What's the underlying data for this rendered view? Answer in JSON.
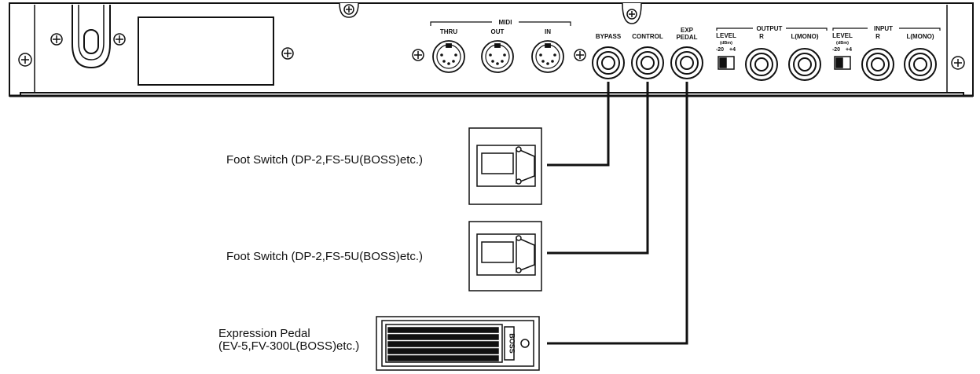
{
  "panel": {
    "midi": {
      "group_label": "MIDI",
      "thru_label": "THRU",
      "out_label": "OUT",
      "in_label": "IN"
    },
    "bypass_label": "BYPASS",
    "control_label": "CONTROL",
    "exp_label_1": "EXP",
    "exp_label_2": "PEDAL",
    "output": {
      "group_label": "OUTPUT",
      "level_label": "LEVEL",
      "dbm_label": "(dBm)",
      "switch_low": "-20",
      "switch_high": "+4",
      "r_label": "R",
      "l_label": "L(MONO)"
    },
    "input": {
      "group_label": "INPUT",
      "level_label": "LEVEL",
      "dbm_label": "(dBm)",
      "switch_low": "-20",
      "switch_high": "+4",
      "r_label": "R",
      "l_label": "L(MONO)"
    }
  },
  "devices": {
    "foot_switch_1": "Foot Switch (DP-2,FS-5U(BOSS)etc.)",
    "foot_switch_2": "Foot Switch (DP-2,FS-5U(BOSS)etc.)",
    "expression_pedal_line1": "Expression Pedal",
    "expression_pedal_line2": "(EV-5,FV-300L(BOSS)etc.)",
    "pedal_brand": "BOSS"
  }
}
